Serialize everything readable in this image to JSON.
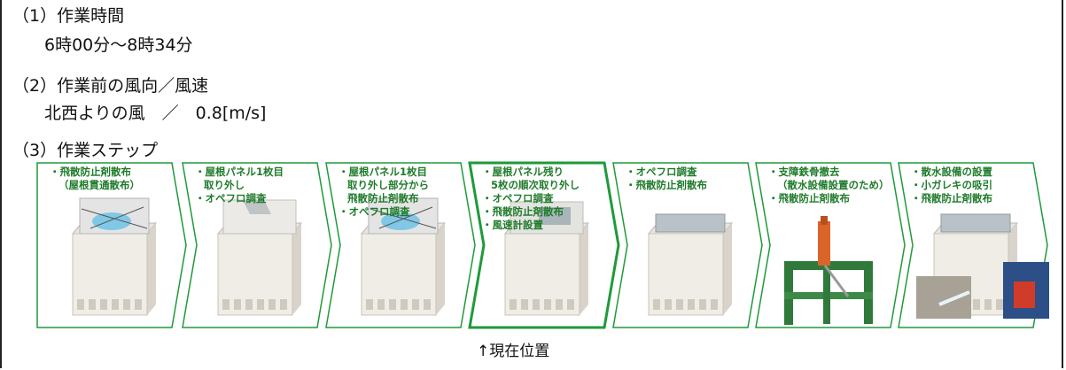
{
  "sections": [
    {
      "title": "（1）作業時間",
      "value": "6時00分～8時34分"
    },
    {
      "title": "（2）作業前の風向／風速",
      "value": "北西よりの風　／　0.8[m/s]"
    },
    {
      "title": "（3）作業ステップ"
    }
  ],
  "steps": [
    {
      "lines": [
        "・飛散防止剤散布",
        "（屋根貫通散布）"
      ],
      "illustration": "building-roof-spray"
    },
    {
      "lines": [
        "・屋根パネル1枚目",
        "取り外し",
        "・オペフロ調査"
      ],
      "illustration": "building-roof-panel-removed"
    },
    {
      "lines": [
        "・屋根パネル1枚目",
        "取り外し部分から",
        "飛散防止剤散布",
        "・オペフロ調査"
      ],
      "illustration": "building-roof-spray"
    },
    {
      "lines": [
        "・屋根パネル残り",
        "5枚の順次取り外し",
        "・オペフロ調査",
        "・飛散防止剤散布",
        "・風速計設置"
      ],
      "illustration": "building-roof-open",
      "current": true
    },
    {
      "lines": [
        "・オペフロ調査",
        "・飛散防止剤散布"
      ],
      "illustration": "building-open-top"
    },
    {
      "lines": [
        "・支障鉄骨撤去",
        "（散水設備設置のため）",
        "・飛散防止剤散布"
      ],
      "illustration": "steel-frame-crane"
    },
    {
      "lines": [
        "・散水設備の設置",
        "・小ガレキの吸引",
        "・飛散防止剤散布"
      ],
      "illustration": "building-water-spray"
    }
  ],
  "current_position_label": "↑現在位置",
  "colors": {
    "accent": "#1e9a3a",
    "text_green": "#1e7b2a"
  }
}
